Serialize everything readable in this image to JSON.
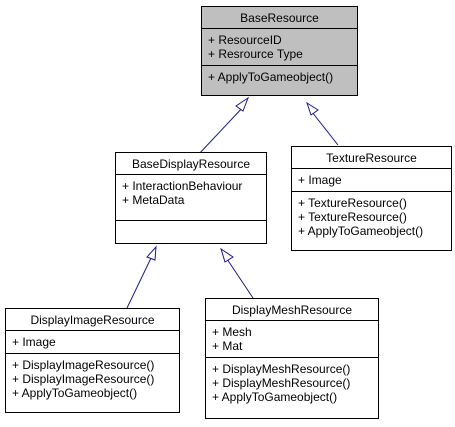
{
  "classes": {
    "base_resource": {
      "name": "BaseResource",
      "attributes": [
        "+ ResourceID",
        "+ Resrource Type"
      ],
      "operations": [
        "+ ApplyToGameobject()"
      ]
    },
    "base_display_resource": {
      "name": "BaseDisplayResource",
      "attributes": [
        "+ InteractionBehaviour",
        "+ MetaData"
      ],
      "operations": []
    },
    "texture_resource": {
      "name": "TextureResource",
      "attributes": [
        "+ Image"
      ],
      "operations": [
        "+ TextureResource()",
        "+ TextureResource()",
        "+ ApplyToGameobject()"
      ]
    },
    "display_image_resource": {
      "name": "DisplayImageResource",
      "attributes": [
        "+ Image"
      ],
      "operations": [
        "+ DisplayImageResource()",
        "+ DisplayImageResource()",
        "+ ApplyToGameobject()"
      ]
    },
    "display_mesh_resource": {
      "name": "DisplayMeshResource",
      "attributes": [
        "+ Mesh",
        "+ Mat"
      ],
      "operations": [
        "+ DisplayMeshResource()",
        "+ DisplayMeshResource()",
        "+ ApplyToGameobject()"
      ]
    }
  },
  "colors": {
    "highlight_fill": "#bfbfbf",
    "arrow_stroke": "#1a1a8c",
    "box_border": "#000000"
  }
}
